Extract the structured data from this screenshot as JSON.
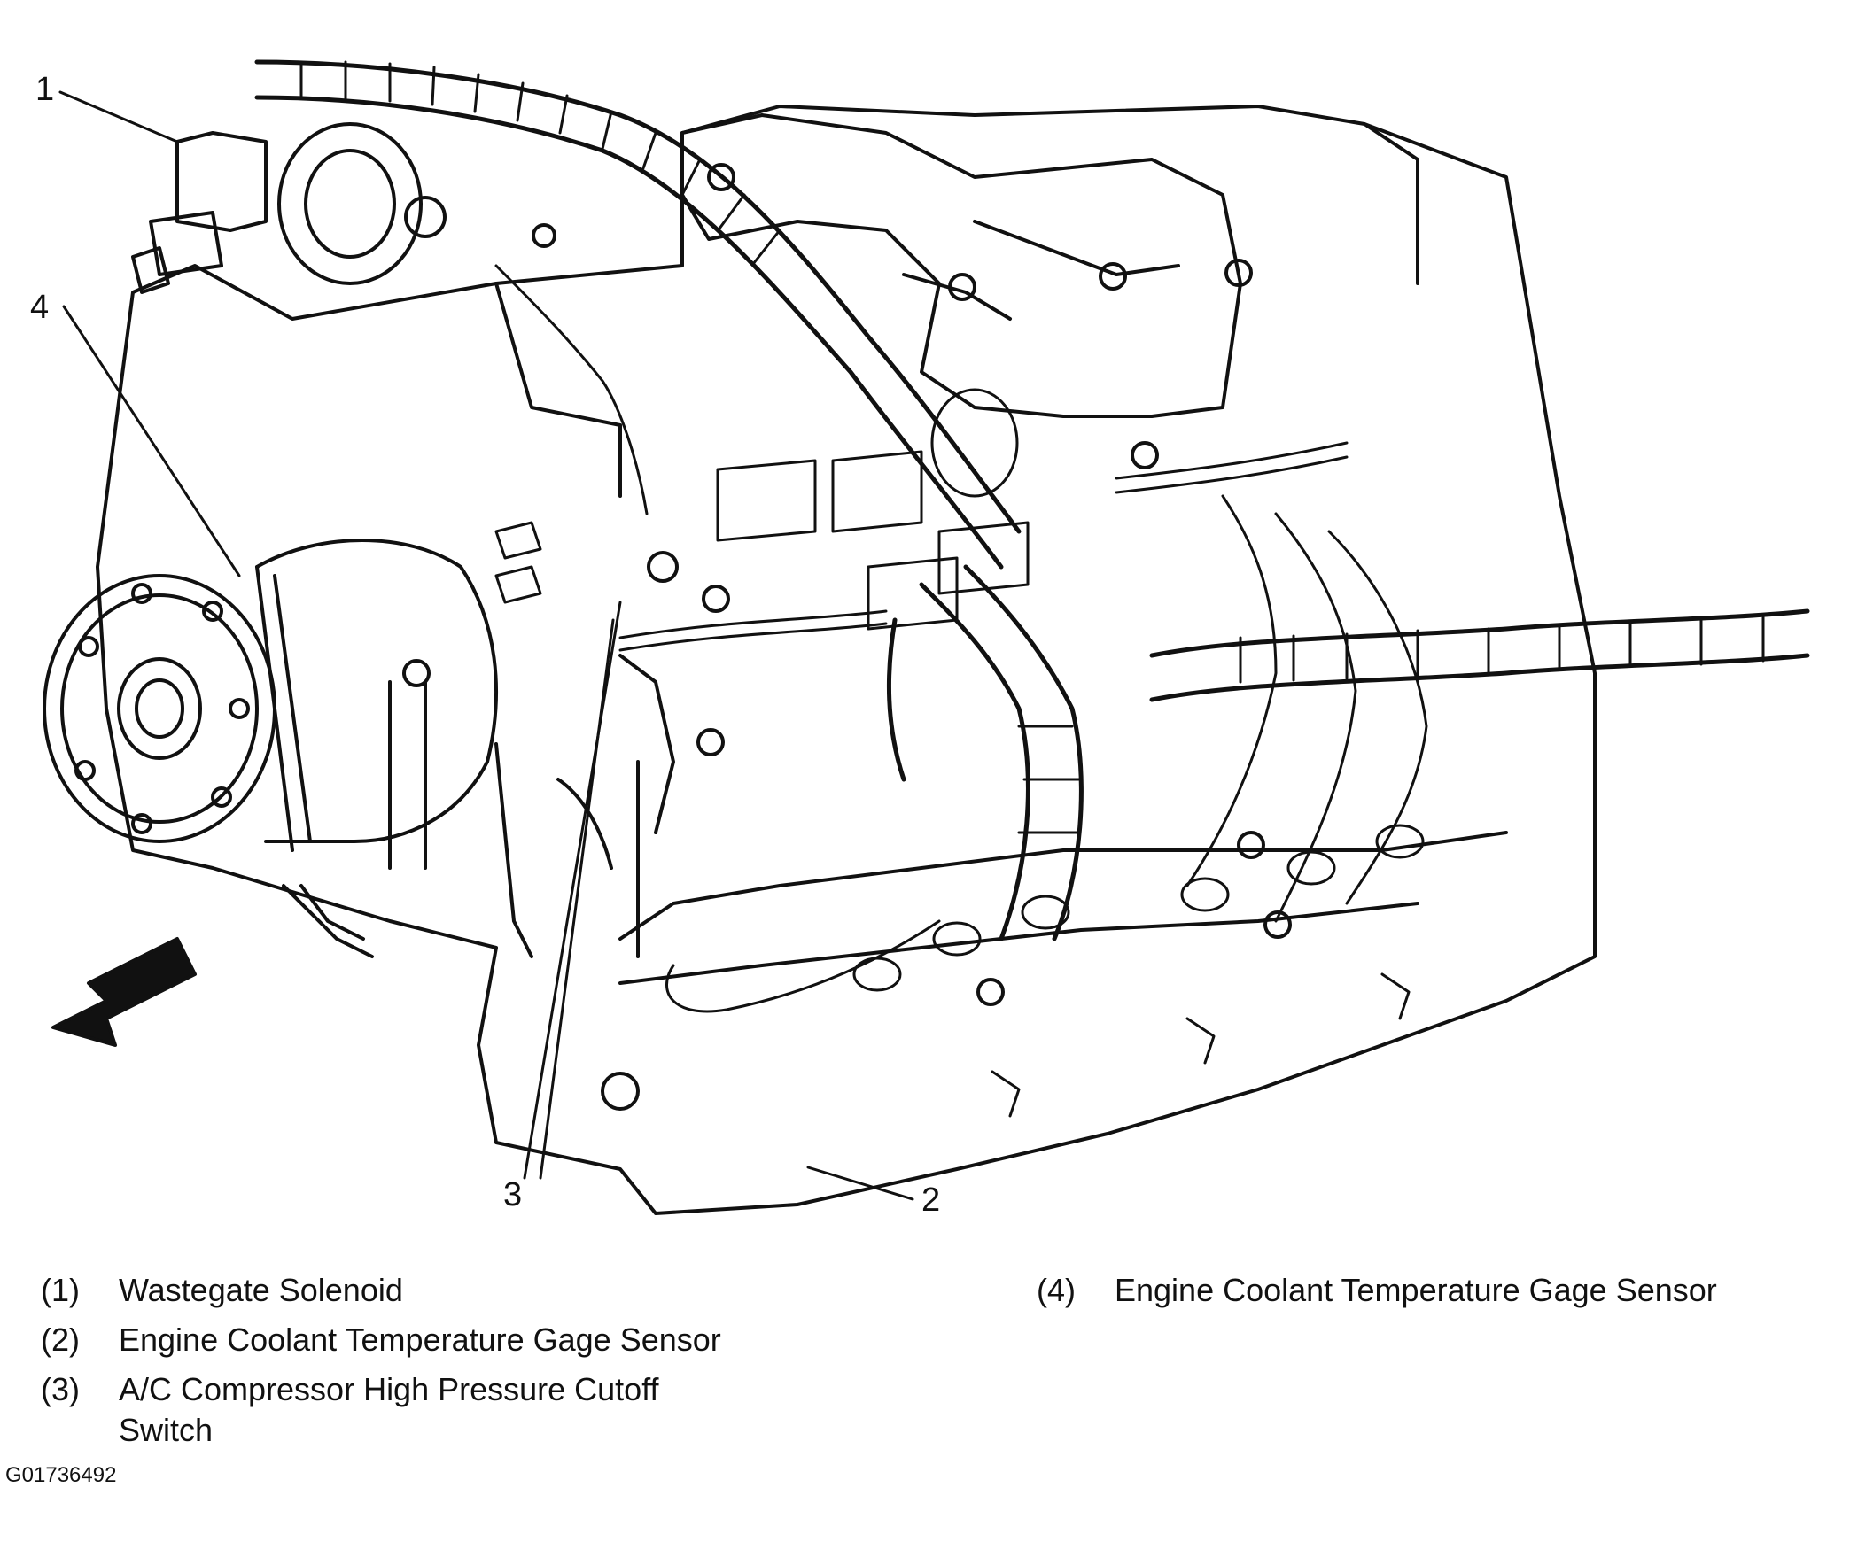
{
  "callouts": [
    "1",
    "2",
    "3",
    "4"
  ],
  "legend": [
    {
      "num": "(1)",
      "text": "Wastegate Solenoid"
    },
    {
      "num": "(2)",
      "text": "Engine Coolant Temperature Gage Sensor"
    },
    {
      "num": "(3)",
      "text": "A/C Compressor High Pressure Cutoff Switch"
    },
    {
      "num": "(4)",
      "text": "Engine Coolant Temperature Gage Sensor"
    }
  ],
  "figure_id": "G01736492",
  "ink_color": "#111111",
  "paper_color": "#ffffff"
}
